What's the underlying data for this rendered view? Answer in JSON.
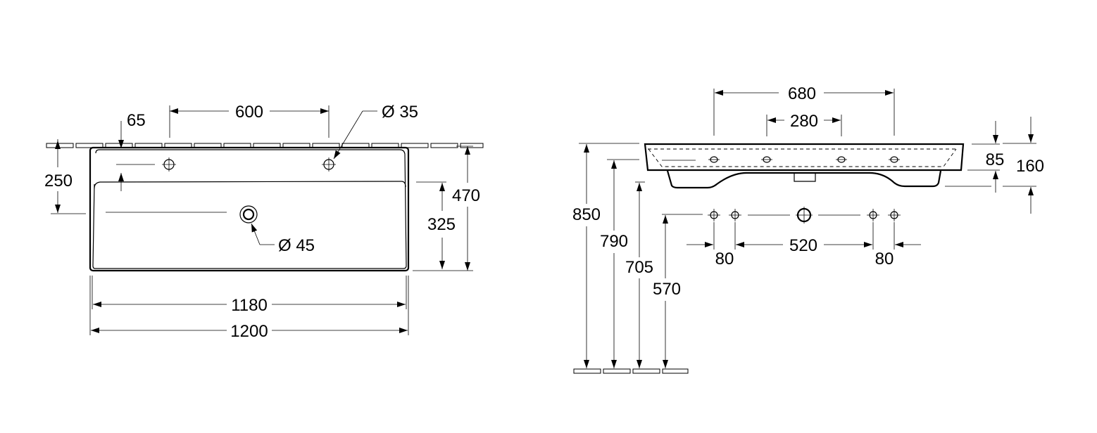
{
  "top_view": {
    "tap_spacing": "600",
    "wall_offset": "65",
    "tap_hole": "Ø 35",
    "basin_depth": "250",
    "overall_depth": "470",
    "bowl_depth": "325",
    "drain_hole": "Ø 45",
    "inner_width": "1180",
    "overall_width": "1200"
  },
  "side_view": {
    "depth_top": "680",
    "depth_mid": "280",
    "rim_thickness": "85",
    "overall_height": "160",
    "height_850": "850",
    "height_790": "790",
    "height_705": "705",
    "height_570": "570",
    "hole_offset_left": "80",
    "hole_spacing": "520",
    "hole_offset_right": "80"
  },
  "colors": {
    "line": "#000000",
    "background": "#ffffff"
  }
}
